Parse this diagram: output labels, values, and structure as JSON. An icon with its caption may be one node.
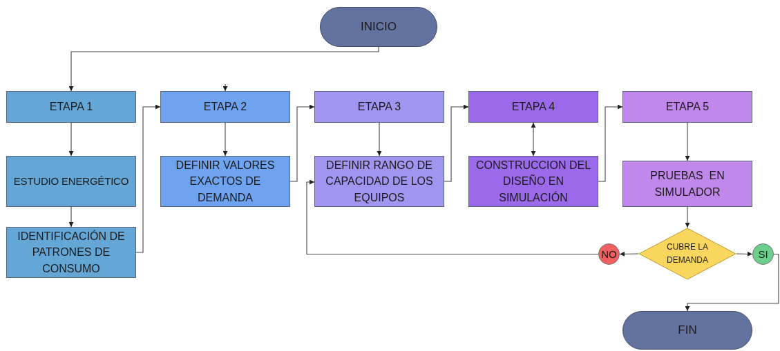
{
  "diagram": {
    "nodes": [
      {
        "text": [
          "INICIO"
        ]
      },
      {
        "text": [
          "ETAPA 1"
        ]
      },
      {
        "text": [
          "ESTUDIO ENERGÉTICO"
        ]
      },
      {
        "text": [
          "IDENTIFICACIÓN DE PATRONES DE CONSUMO"
        ]
      },
      {
        "text": [
          "ETAPA 2"
        ]
      },
      {
        "text": [
          "DEFINIR VALORES EXACTOS DE DEMANDA"
        ]
      },
      {
        "text": [
          "ETAPA 3"
        ]
      },
      {
        "text": [
          "DEFINIR RANGO DE CAPACIDAD DE LOS EQUIPOS"
        ]
      },
      {
        "text": [
          "ETAPA 4"
        ]
      },
      {
        "text": [
          "CONSTRUCCION DEL DISEÑO EN SIMULACIÓN"
        ]
      },
      {
        "text": [
          "ETAPA 5"
        ]
      },
      {
        "text": [
          "PRUEBAS  EN SIMULADOR"
        ]
      },
      {
        "text": [
          "CUBRE LA DEMANDA"
        ]
      },
      {
        "text": [
          "NO"
        ]
      },
      {
        "text": [
          "SI"
        ]
      },
      {
        "text": [
          "FIN"
        ]
      }
    ],
    "edges": [
      {
        "from": 0,
        "to": 1,
        "arrow": "to"
      },
      {
        "from": 1,
        "to": 2,
        "arrow": "to"
      },
      {
        "from": 2,
        "to": 3,
        "arrow": "to"
      },
      {
        "from": 3,
        "to": 4,
        "arrow": "to"
      },
      {
        "from": 4,
        "to": 5,
        "arrow": "to"
      },
      {
        "from": 5,
        "to": 6,
        "arrow": "to"
      },
      {
        "from": 6,
        "to": 7,
        "arrow": "to"
      },
      {
        "from": 7,
        "to": 8,
        "arrow": "to"
      },
      {
        "from": 8,
        "to": 9,
        "arrow": "both"
      },
      {
        "from": 9,
        "to": 10,
        "arrow": "to"
      },
      {
        "from": 10,
        "to": 11,
        "arrow": "to"
      },
      {
        "from": 11,
        "to": 12,
        "arrow": "to"
      },
      {
        "from": 12,
        "to": 13,
        "arrow": "to"
      },
      {
        "from": 12,
        "to": 14,
        "arrow": "to"
      },
      {
        "from": 13,
        "to": 7,
        "arrow": "to"
      },
      {
        "from": 14,
        "to": 15,
        "arrow": "to"
      },
      {
        "from": null,
        "to": 4,
        "arrow": "to"
      }
    ]
  }
}
